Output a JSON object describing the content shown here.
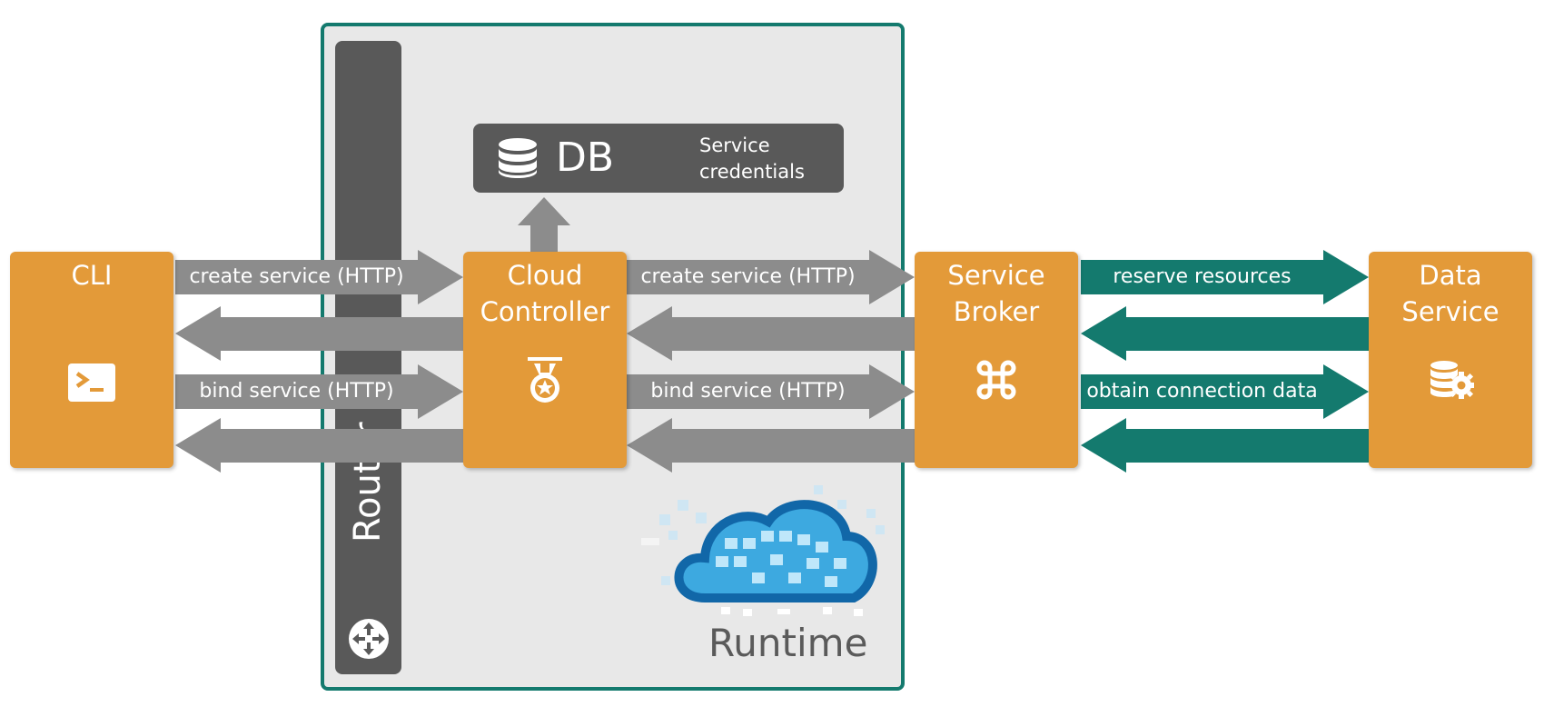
{
  "colors": {
    "orange": "#e39a39",
    "gray_arrow": "#8c8c8c",
    "teal": "#147a6e",
    "dark_gray": "#595959",
    "panel": "#e8e8e8"
  },
  "runtime": {
    "label": "Runtime"
  },
  "router": {
    "label": "Router",
    "icon": "router-icon"
  },
  "db": {
    "title": "DB",
    "note": "Service\ncredentials",
    "icon": "database-icon"
  },
  "nodes": {
    "cli": {
      "title": "CLI",
      "icon": "terminal-icon"
    },
    "cloud_controller": {
      "title": "Cloud\nController",
      "icon": "medal-icon"
    },
    "service_broker": {
      "title": "Service\nBroker",
      "icon": "command-icon"
    },
    "data_service": {
      "title": "Data\nService",
      "icon": "database-gear-icon"
    }
  },
  "arrows": {
    "cli_cc_create": "create service (HTTP)",
    "cli_cc_bind": "bind service (HTTP)",
    "cc_sb_create": "create service (HTTP)",
    "cc_sb_bind": "bind service (HTTP)",
    "sb_ds_reserve": "reserve resources",
    "sb_ds_obtain": "obtain connection data"
  }
}
